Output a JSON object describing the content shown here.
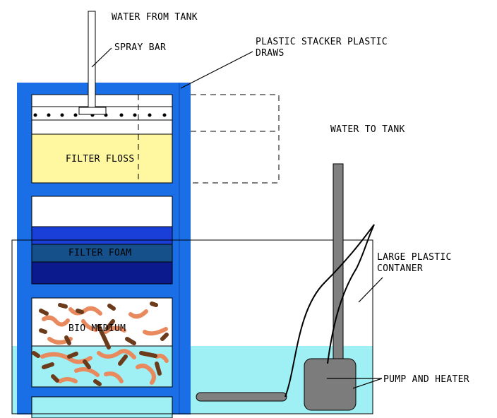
{
  "labels": {
    "water_from_tank": "WATER FROM TANK",
    "spray_bar": "SPRAY BAR",
    "stacker_line1": "PLASTIC STACKER PLASTIC",
    "stacker_line2": "DRAWS",
    "water_to_tank": "WATER TO TANK",
    "container_line1": "LARGE PLASTIC",
    "container_line2": "CONTANER",
    "pump_and_heater": "PUMP AND HEATER",
    "filter_floss": "FILTER FLOSS",
    "filter_foam": "FILTER FOAM",
    "bio_medium": "BIO MEDIUM"
  },
  "colors": {
    "stacker_frame": "#1a6fe6",
    "filter_floss": "#fff8a0",
    "water": "#9ff0f4",
    "foam_light": "#1a3ed8",
    "foam_mid": "#16508a",
    "foam_dark": "#0b1a8c",
    "pipe": "#808080",
    "pump": "#7c7c7c",
    "bio_orange": "#e98a5e",
    "bio_brown": "#6b3b1c"
  }
}
